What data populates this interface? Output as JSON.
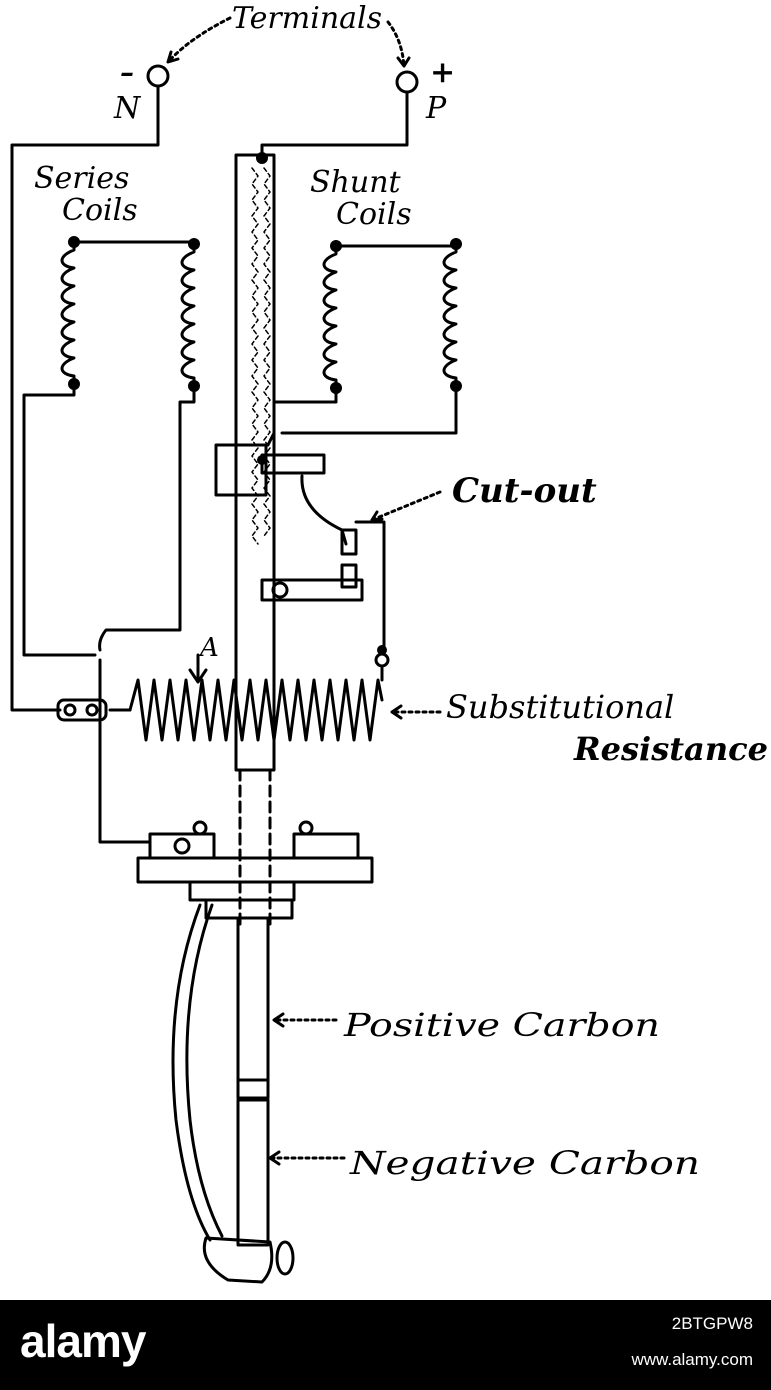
{
  "labels": {
    "terminals": "Terminals",
    "minus": "–",
    "plus": "+",
    "n": "N",
    "p": "P",
    "series_coils_1": "Series",
    "series_coils_2": "Coils",
    "shunt_coils_1": "Shunt",
    "shunt_coils_2": "Coils",
    "cut_out": "Cut-out",
    "a": "A",
    "substitutional_1": "Substitutional",
    "substitutional_2": "Resistance",
    "positive_carbon": "Positive Carbon",
    "negative_carbon": "Negative Carbon"
  },
  "watermark": {
    "logo": "alamy",
    "image_id": "2BTGPW8",
    "url": "www.alamy.com"
  },
  "colors": {
    "ink": "#000000",
    "paper": "#ffffff"
  }
}
